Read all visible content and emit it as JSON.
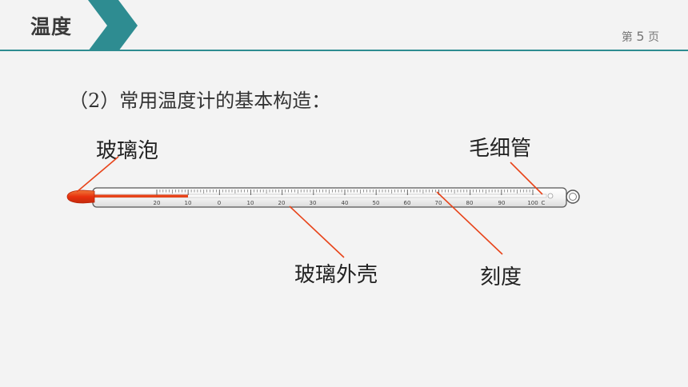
{
  "header": {
    "title": "温度",
    "page_prefix": "第",
    "page_number": "5",
    "page_suffix": "页"
  },
  "subtitle": "（2）常用温度计的基本构造：",
  "labels": {
    "bulb": "玻璃泡",
    "capillary": "毛细管",
    "shell": "玻璃外壳",
    "scale": "刻度"
  },
  "scale": {
    "tick_labels": [
      "20",
      "10",
      "0",
      "10",
      "20",
      "30",
      "40",
      "50",
      "60",
      "70",
      "80",
      "90",
      "100",
      "C"
    ]
  },
  "colors": {
    "accent": "#2e8c91",
    "liquid": "#e8441a",
    "pointer": "#e8441a"
  }
}
